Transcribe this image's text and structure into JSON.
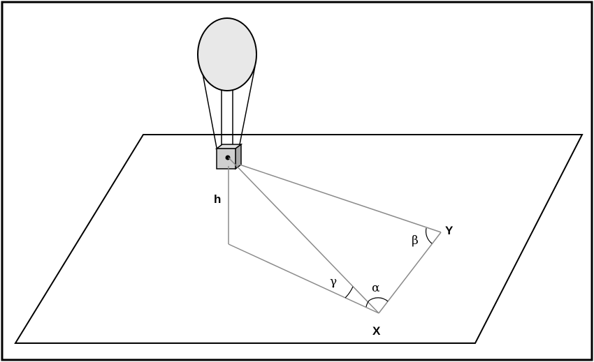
{
  "diagram": {
    "labels": {
      "height": "h",
      "point_x": "X",
      "point_y": "Y",
      "angle_alpha": "α",
      "angle_beta": "β",
      "angle_gamma": "γ"
    },
    "colors": {
      "balloon_fill": "#e8e8e8",
      "basket_fill": "#cfcfcf",
      "line_gray": "#8a8a8a",
      "ink": "#000000"
    }
  }
}
